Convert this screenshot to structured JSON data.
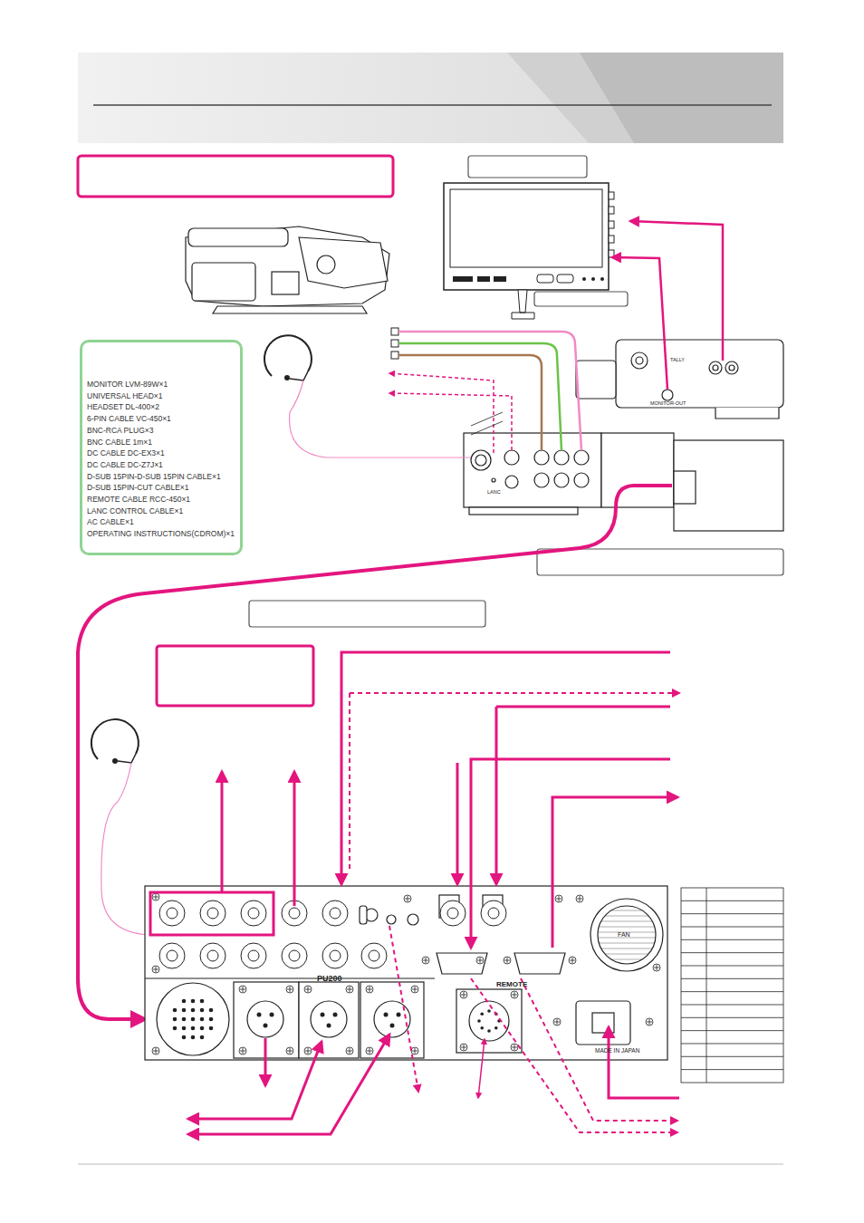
{
  "diagram": {
    "nodes": [
      {
        "text": [
          "MONITOR LVM-89W×1",
          "UNIVERSAL HEAD×1",
          "HEADSET DL-400×2",
          "6-PIN CABLE VC-450×1",
          "BNC-RCA PLUG×3",
          "BNC CABLE 1m×1",
          "DC CABLE DC-EX3×1",
          "DC CABLE DC-Z7J×1",
          "D-SUB 15PIN-D-SUB 15PIN CABLE×1",
          "D-SUB 15PIN-CUT CABLE×1",
          "REMOTE CABLE RCC-450×1",
          "LANC CONTROL  CABLE×1",
          "AC CABLE×1",
          "OPERATING INSTRUCTIONS(CDROM)×1"
        ]
      }
    ],
    "labels": [
      "TALLY",
      "MONITOR-OUT",
      "LANC",
      "PU200",
      "REMOTE",
      "FAN",
      "MADE IN JAPAN"
    ]
  }
}
